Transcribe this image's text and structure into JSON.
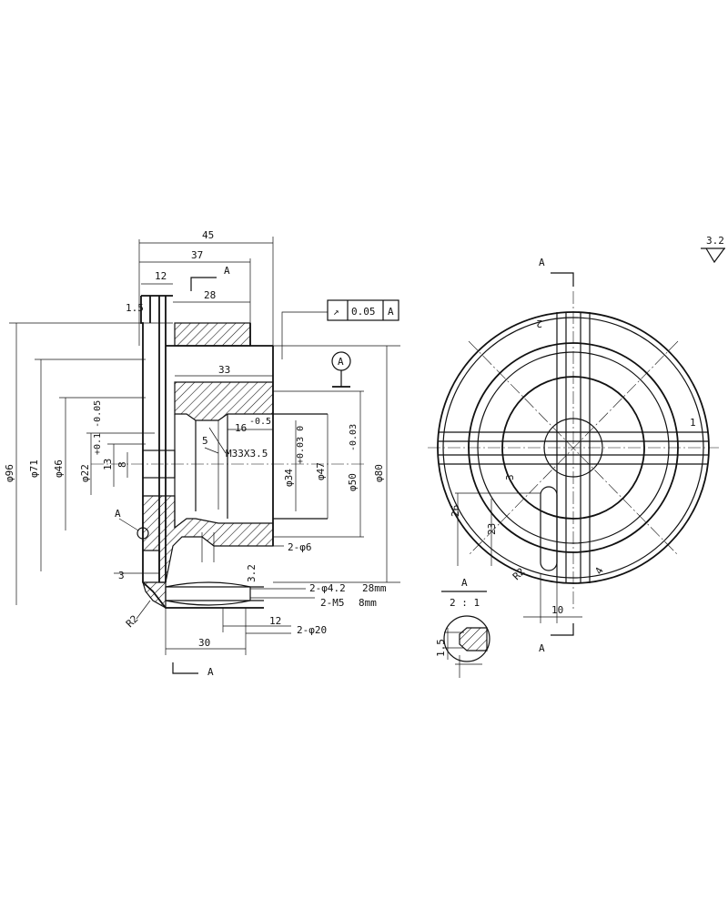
{
  "side_view": {
    "dims": {
      "d45": "45",
      "d37": "37",
      "d12_top": "12",
      "d1_5": "1.5",
      "d28": "28",
      "d33": "33",
      "d16": "16",
      "d16_tol": "-0.5",
      "d5": "5",
      "thread": "M33X3.5",
      "phi96": "φ96",
      "phi71": "φ71",
      "phi46": "φ46",
      "phi22": "φ22",
      "phi22_tol": "+0.1 -0.05",
      "d13": "13",
      "d8": "8",
      "phi34": "φ34",
      "phi34_tol": "+0.03 0",
      "phi47": "φ47",
      "phi50": "φ50",
      "phi50_tol": "-0.03",
      "phi80": "φ80",
      "d3_2": "3.2",
      "holes6": "2-φ6",
      "d3": "3",
      "holes4_2": "2-φ4.2",
      "depth28": "28mm",
      "m5": "2-M5",
      "depth8": "8mm",
      "r2": "R2",
      "d12_bot": "12",
      "holes20": "2-φ20",
      "d30": "30"
    },
    "section_a_top": "A",
    "section_a_bottom": "A",
    "detail_marker": "A",
    "datum": "A",
    "tolerance": {
      "symbol": "↗",
      "value": "0.05",
      "datum": "A"
    }
  },
  "front_view": {
    "section_a_top": "A",
    "section_a_bottom": "A",
    "d2": "2",
    "d1": "1",
    "d3": "3",
    "d26": "26",
    "d23": "23",
    "r2": "R2",
    "d4": "4",
    "d10": "10"
  },
  "detail": {
    "label": "A",
    "scale": "2 : 1",
    "d1_5": "1.5"
  },
  "roughness": "3.2"
}
